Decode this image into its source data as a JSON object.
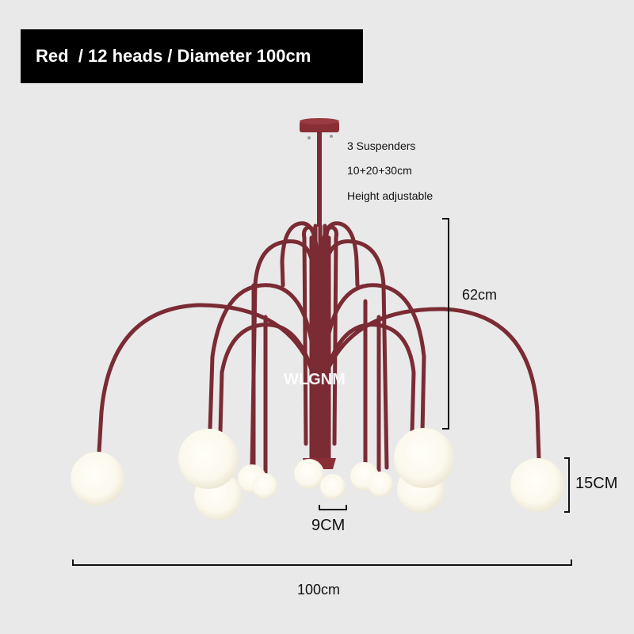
{
  "banner": {
    "title": "Red  / 12 heads / Diameter 100cm"
  },
  "product": {
    "color_name": "Red",
    "heads": 12,
    "diameter": "100cm",
    "frame_color": "#7a2b33",
    "globe_color": "#fdfbf2"
  },
  "notes": {
    "line1": "3 Suspenders",
    "line2": "10+20+30cm",
    "line3": "Height adjustable"
  },
  "dimensions": {
    "height": "62cm",
    "globe_diameter": "15CM",
    "center_spacing": "9CM",
    "total_width": "100cm"
  },
  "watermark": "WLGNM"
}
